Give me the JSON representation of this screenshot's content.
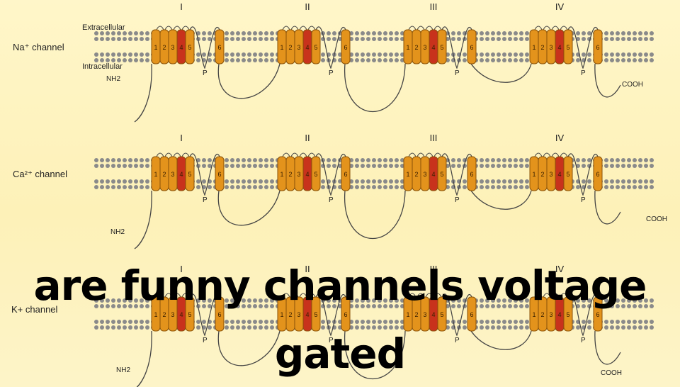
{
  "labels": {
    "extracellular": "Extracellular",
    "intracellular": "Intracellular",
    "nh2": "NH2",
    "cooh": "COOH",
    "p": "P"
  },
  "domain_numerals": [
    "I",
    "II",
    "III",
    "IV"
  ],
  "segment_numbers": [
    "1",
    "2",
    "3",
    "4",
    "5",
    "6"
  ],
  "channels": [
    {
      "id": "na",
      "name": "Na⁺ channel"
    },
    {
      "id": "ca",
      "name": "Ca²⁺ channel"
    },
    {
      "id": "k",
      "name": "K+ channel"
    }
  ],
  "caption": {
    "line1": "are funny channels voltage",
    "line2": "gated"
  },
  "colors": {
    "helix": "#e3931c",
    "helix_stroke": "#8a5208",
    "voltage_sensor": "#c8321c",
    "membrane_bead": "#8a8a8a",
    "loop": "#444444",
    "text": "#222222"
  }
}
